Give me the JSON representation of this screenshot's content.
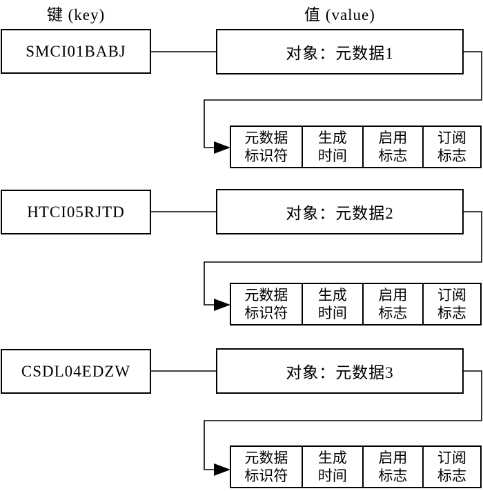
{
  "header": {
    "key_label": "键 (key)",
    "value_label": "值 (value)"
  },
  "groups": [
    {
      "key": "SMCI01BABJ",
      "value": "对象：元数据1"
    },
    {
      "key": "HTCI05RJTD",
      "value": "对象：元数据2"
    },
    {
      "key": "CSDL04EDZW",
      "value": "对象：元数据3"
    }
  ],
  "table": {
    "columns": [
      {
        "line1": "元数据",
        "line2": "标识符"
      },
      {
        "line1": "生成",
        "line2": "时间"
      },
      {
        "line1": "启用",
        "line2": "标志"
      },
      {
        "line1": "订阅",
        "line2": "标志"
      }
    ]
  },
  "colors": {
    "line": "#000000",
    "background": "#ffffff",
    "text": "#000000"
  }
}
